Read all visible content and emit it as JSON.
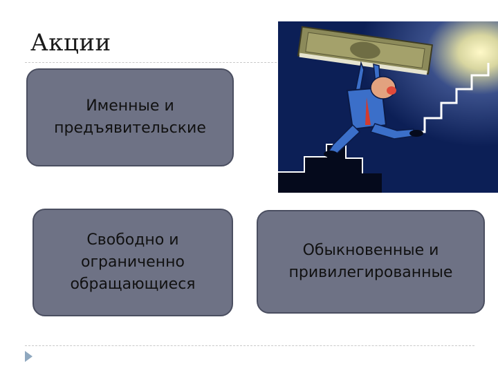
{
  "slide": {
    "title": "Акции"
  },
  "boxes": [
    {
      "line1": "Именные и",
      "line2": "предъявительские",
      "line3": ""
    },
    {
      "line1": "Свободно и",
      "line2": "ограниченно",
      "line3": "обращающиеся"
    },
    {
      "line1": "Обыкновенные и",
      "line2": "привилегированные",
      "line3": ""
    }
  ],
  "colors": {
    "box_fill": "#6e7285",
    "box_border": "#4a4e60",
    "picture_background": "#0c1f56",
    "bullet_accent": "#8fa8bf"
  },
  "picture": {
    "description_icon": "man-carrying-banknote-up-stairs-illustration"
  }
}
